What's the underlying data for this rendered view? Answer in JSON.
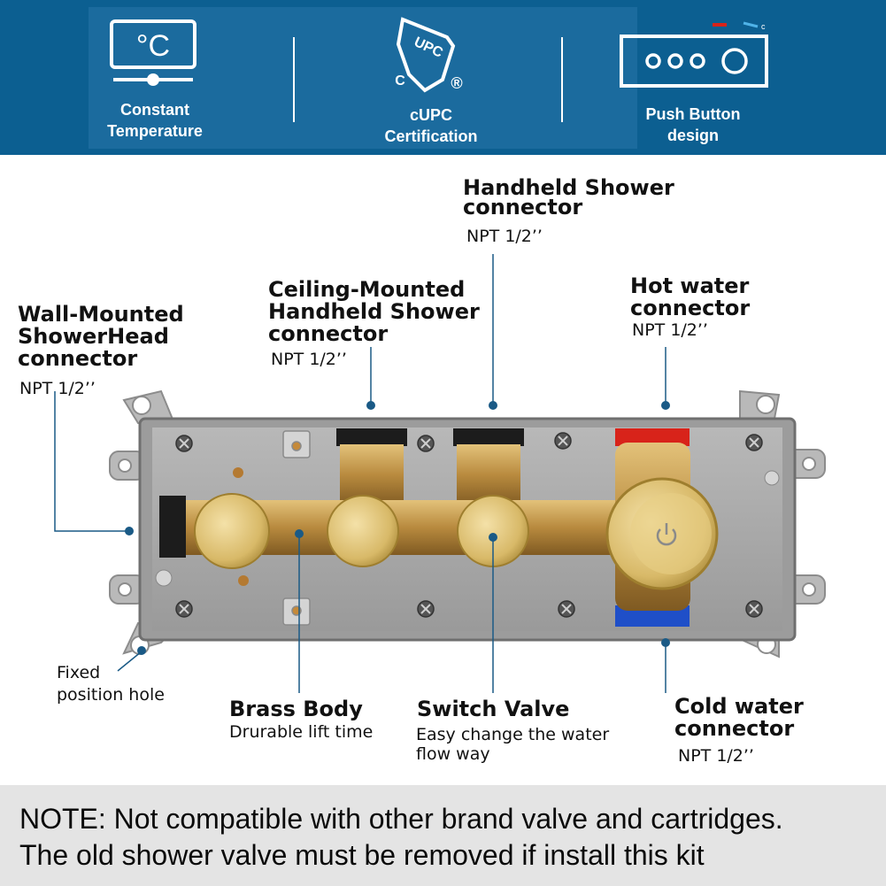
{
  "features": [
    {
      "icon": "thermometer-display-icon",
      "label_line1": "Constant",
      "label_line2": "Temperature",
      "symbol": "°C"
    },
    {
      "icon": "cupc-shield-icon",
      "label_line1": "cUPC",
      "label_line2": "Certification",
      "shield_text": "UPC",
      "left_mark": "C",
      "right_mark": "®"
    },
    {
      "icon": "push-button-panel-icon",
      "label_line1": "Push Button",
      "label_line2": "design"
    }
  ],
  "callouts": {
    "handheld": {
      "line1": "Handheld Shower",
      "line2": "connector",
      "spec": "NPT  1/2’’"
    },
    "ceiling": {
      "line1": "Ceiling-Mounted",
      "line2": "Handheld Shower",
      "line3": "connector",
      "spec": "NPT  1/2’’"
    },
    "wall": {
      "line1": "Wall-Mounted",
      "line2": "ShowerHead",
      "line3": "connector",
      "spec": "NPT  1/2’’"
    },
    "hot": {
      "line1": "Hot water",
      "line2": "connector",
      "spec": "NPT  1/2’’"
    },
    "fixed": {
      "line1": "Fixed",
      "line2": "position hole"
    },
    "brass": {
      "title": "Brass Body",
      "sub": "Drurable lift time"
    },
    "switch": {
      "title": "Switch Valve",
      "sub1": "Easy change the water",
      "sub2": "flow way"
    },
    "cold": {
      "line1": "Cold water",
      "line2": "connector",
      "spec": "NPT  1/2’’"
    }
  },
  "note": {
    "line1": "NOTE: Not compatible with other brand valve and cartridges.",
    "line2": "The old shower valve must be removed if install this kit"
  },
  "colors": {
    "banner": "#0c5f91",
    "callout_line": "#1a5a86",
    "brass": "#c09a4a",
    "hot": "#d8231a",
    "cold": "#1f4fc8"
  }
}
